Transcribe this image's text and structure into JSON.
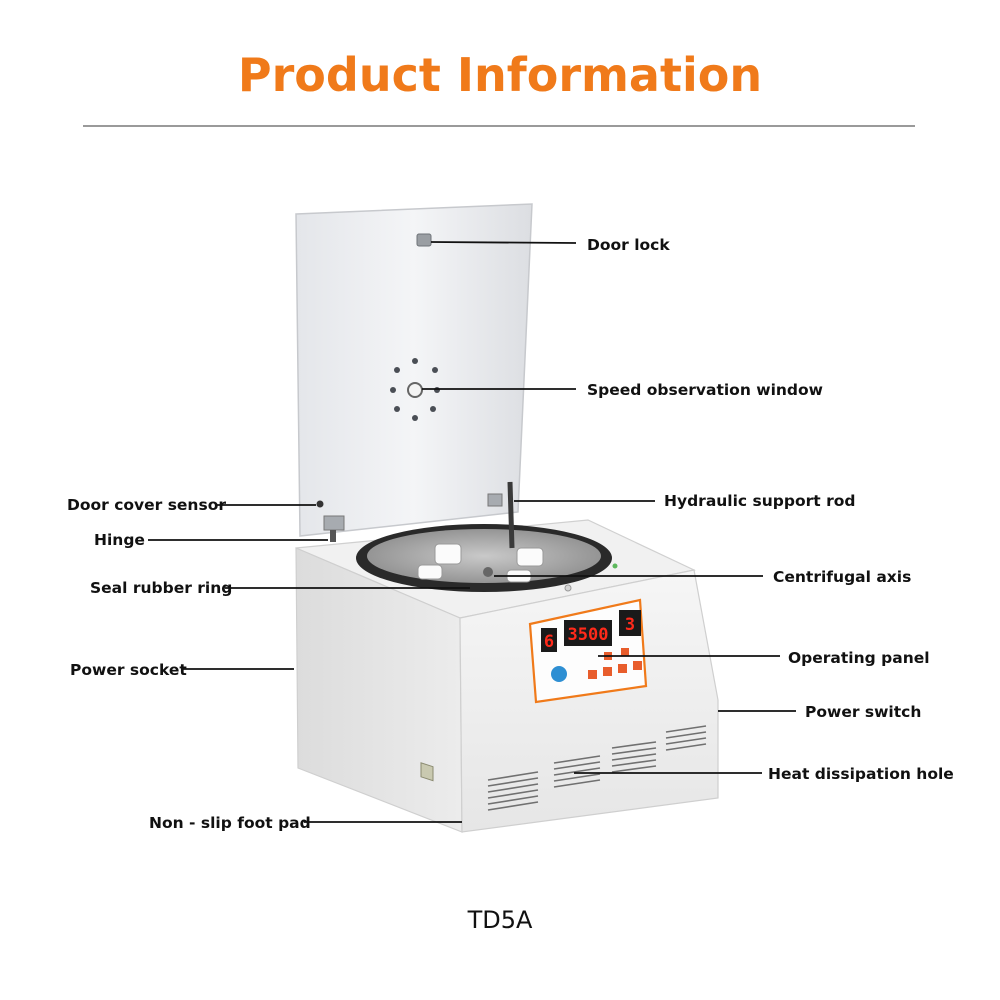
{
  "header": {
    "title": "Product Information",
    "title_color": "#f07a1a"
  },
  "model": "TD5A",
  "panel": {
    "display_left": "6",
    "display_speed": "3500",
    "display_right": "3",
    "display_color": "#ff2a1a"
  },
  "labels": {
    "door_lock": "Door lock",
    "speed_window": "Speed observation window",
    "door_sensor": "Door cover sensor",
    "hydraulic_rod": "Hydraulic support rod",
    "hinge": "Hinge",
    "seal_ring": "Seal rubber ring",
    "centrifugal_axis": "Centrifugal axis",
    "power_socket": "Power socket",
    "operating_panel": "Operating panel",
    "power_switch": "Power switch",
    "heat_hole": "Heat dissipation hole",
    "foot_pad": "Non - slip foot pad"
  }
}
